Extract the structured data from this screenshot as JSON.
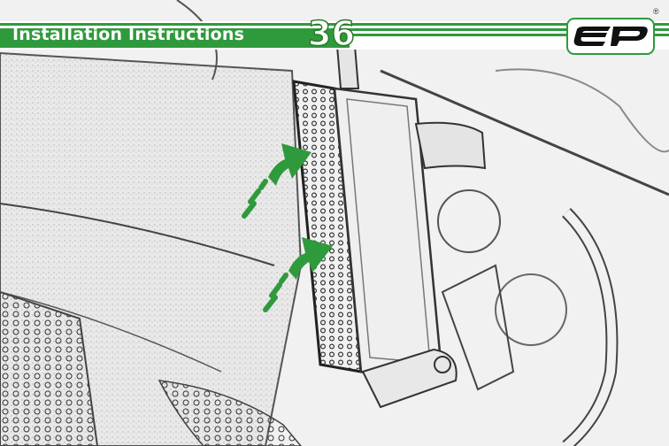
{
  "header": {
    "title": "Installation Instructions",
    "page_number": "36",
    "registered_mark": "®",
    "accent_color": "#2f9a3c"
  },
  "logo": {
    "icon": "ep-logo-icon"
  },
  "photo": {
    "annotation_icon": "green-curved-arrow-icon",
    "arrow_count": 2
  }
}
